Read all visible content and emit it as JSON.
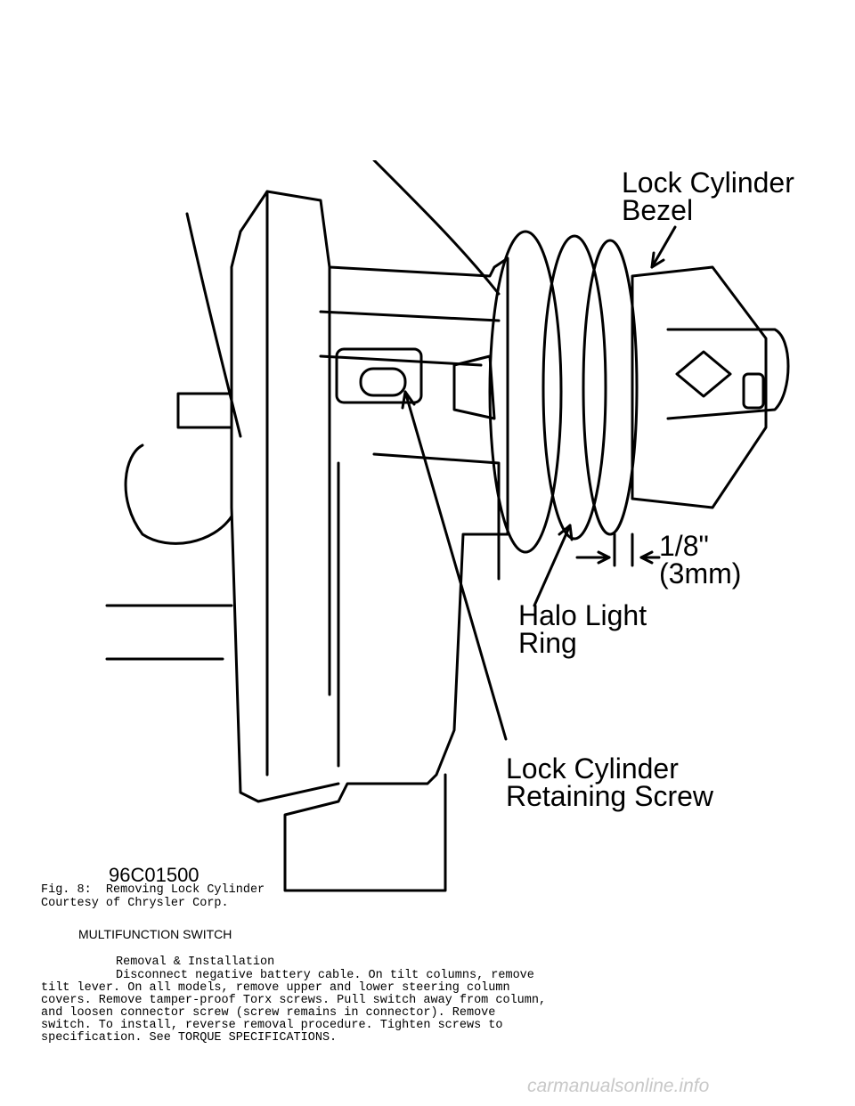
{
  "figure": {
    "labels": {
      "bezel": "Lock Cylinder\nBezel",
      "gap": "1/8\"\n(3mm)",
      "halo": "Halo Light\nRing",
      "screw": "Lock Cylinder\nRetaining Screw"
    },
    "code": "96C01500"
  },
  "caption": {
    "fig": "Fig. 8:  Removing Lock Cylinder",
    "credit": "Courtesy of Chrysler Corp."
  },
  "section": {
    "title": "MULTIFUNCTION SWITCH",
    "subtitle": "Removal & Installation",
    "body": "Disconnect negative battery cable. On tilt columns, remove\ntilt lever. On all models, remove upper and lower steering column\ncovers. Remove tamper-proof Torx screws. Pull switch away from column,\nand loosen connector screw (screw remains in connector). Remove\nswitch. To install, reverse removal procedure. Tighten screws to\nspecification. See TORQUE SPECIFICATIONS."
  },
  "watermark": "carmanualsonline.info"
}
